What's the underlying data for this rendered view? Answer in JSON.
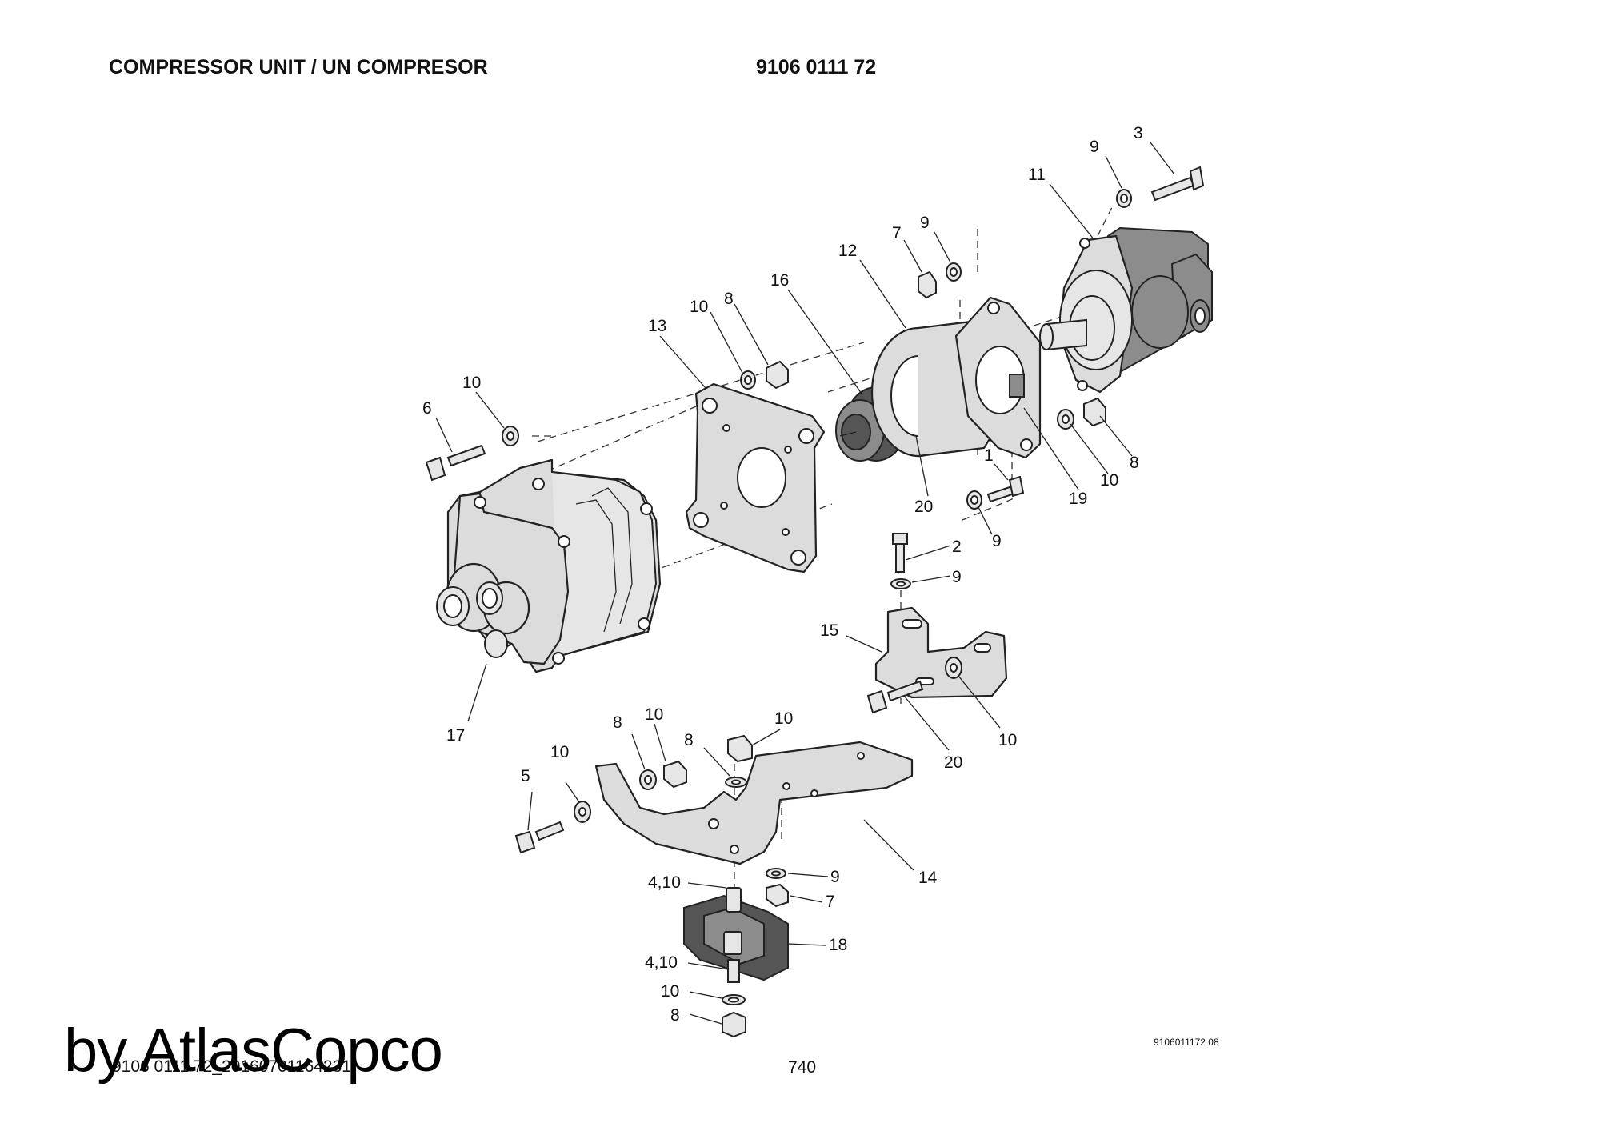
{
  "header": {
    "title": "COMPRESSOR UNIT / UN COMPRESOR",
    "part_number": "9106 0111 72"
  },
  "callouts": [
    {
      "id": "c3",
      "text": "3"
    },
    {
      "id": "c9a",
      "text": "9"
    },
    {
      "id": "c11",
      "text": "11"
    },
    {
      "id": "c7a",
      "text": "7"
    },
    {
      "id": "c9b",
      "text": "9"
    },
    {
      "id": "c12",
      "text": "12"
    },
    {
      "id": "c16",
      "text": "16"
    },
    {
      "id": "c10a",
      "text": "10"
    },
    {
      "id": "c8a",
      "text": "8"
    },
    {
      "id": "c13",
      "text": "13"
    },
    {
      "id": "c10b",
      "text": "10"
    },
    {
      "id": "c6",
      "text": "6"
    },
    {
      "id": "c1",
      "text": "1"
    },
    {
      "id": "c20a",
      "text": "20"
    },
    {
      "id": "c9c",
      "text": "9"
    },
    {
      "id": "c19",
      "text": "19"
    },
    {
      "id": "c10c",
      "text": "10"
    },
    {
      "id": "c8b",
      "text": "8"
    },
    {
      "id": "c2",
      "text": "2"
    },
    {
      "id": "c9d",
      "text": "9"
    },
    {
      "id": "c15",
      "text": "15"
    },
    {
      "id": "c17",
      "text": "17"
    },
    {
      "id": "c10d",
      "text": "10"
    },
    {
      "id": "c20b",
      "text": "20"
    },
    {
      "id": "c10e",
      "text": "10"
    },
    {
      "id": "c8c",
      "text": "8"
    },
    {
      "id": "c10f",
      "text": "10"
    },
    {
      "id": "c8d",
      "text": "8"
    },
    {
      "id": "c10g",
      "text": "10"
    },
    {
      "id": "c5",
      "text": "5"
    },
    {
      "id": "c14",
      "text": "14"
    },
    {
      "id": "c9e",
      "text": "9"
    },
    {
      "id": "c7b",
      "text": "7"
    },
    {
      "id": "c410a",
      "text": "4,10"
    },
    {
      "id": "c18",
      "text": "18"
    },
    {
      "id": "c410b",
      "text": "4,10"
    },
    {
      "id": "c10h",
      "text": "10"
    },
    {
      "id": "c8e",
      "text": "8"
    }
  ],
  "footer": {
    "drawing_code": "9106011172 08",
    "page_number": "740",
    "file_ref": "9106 0111 72_20160701164231",
    "watermark": "by AtlasCopco"
  }
}
